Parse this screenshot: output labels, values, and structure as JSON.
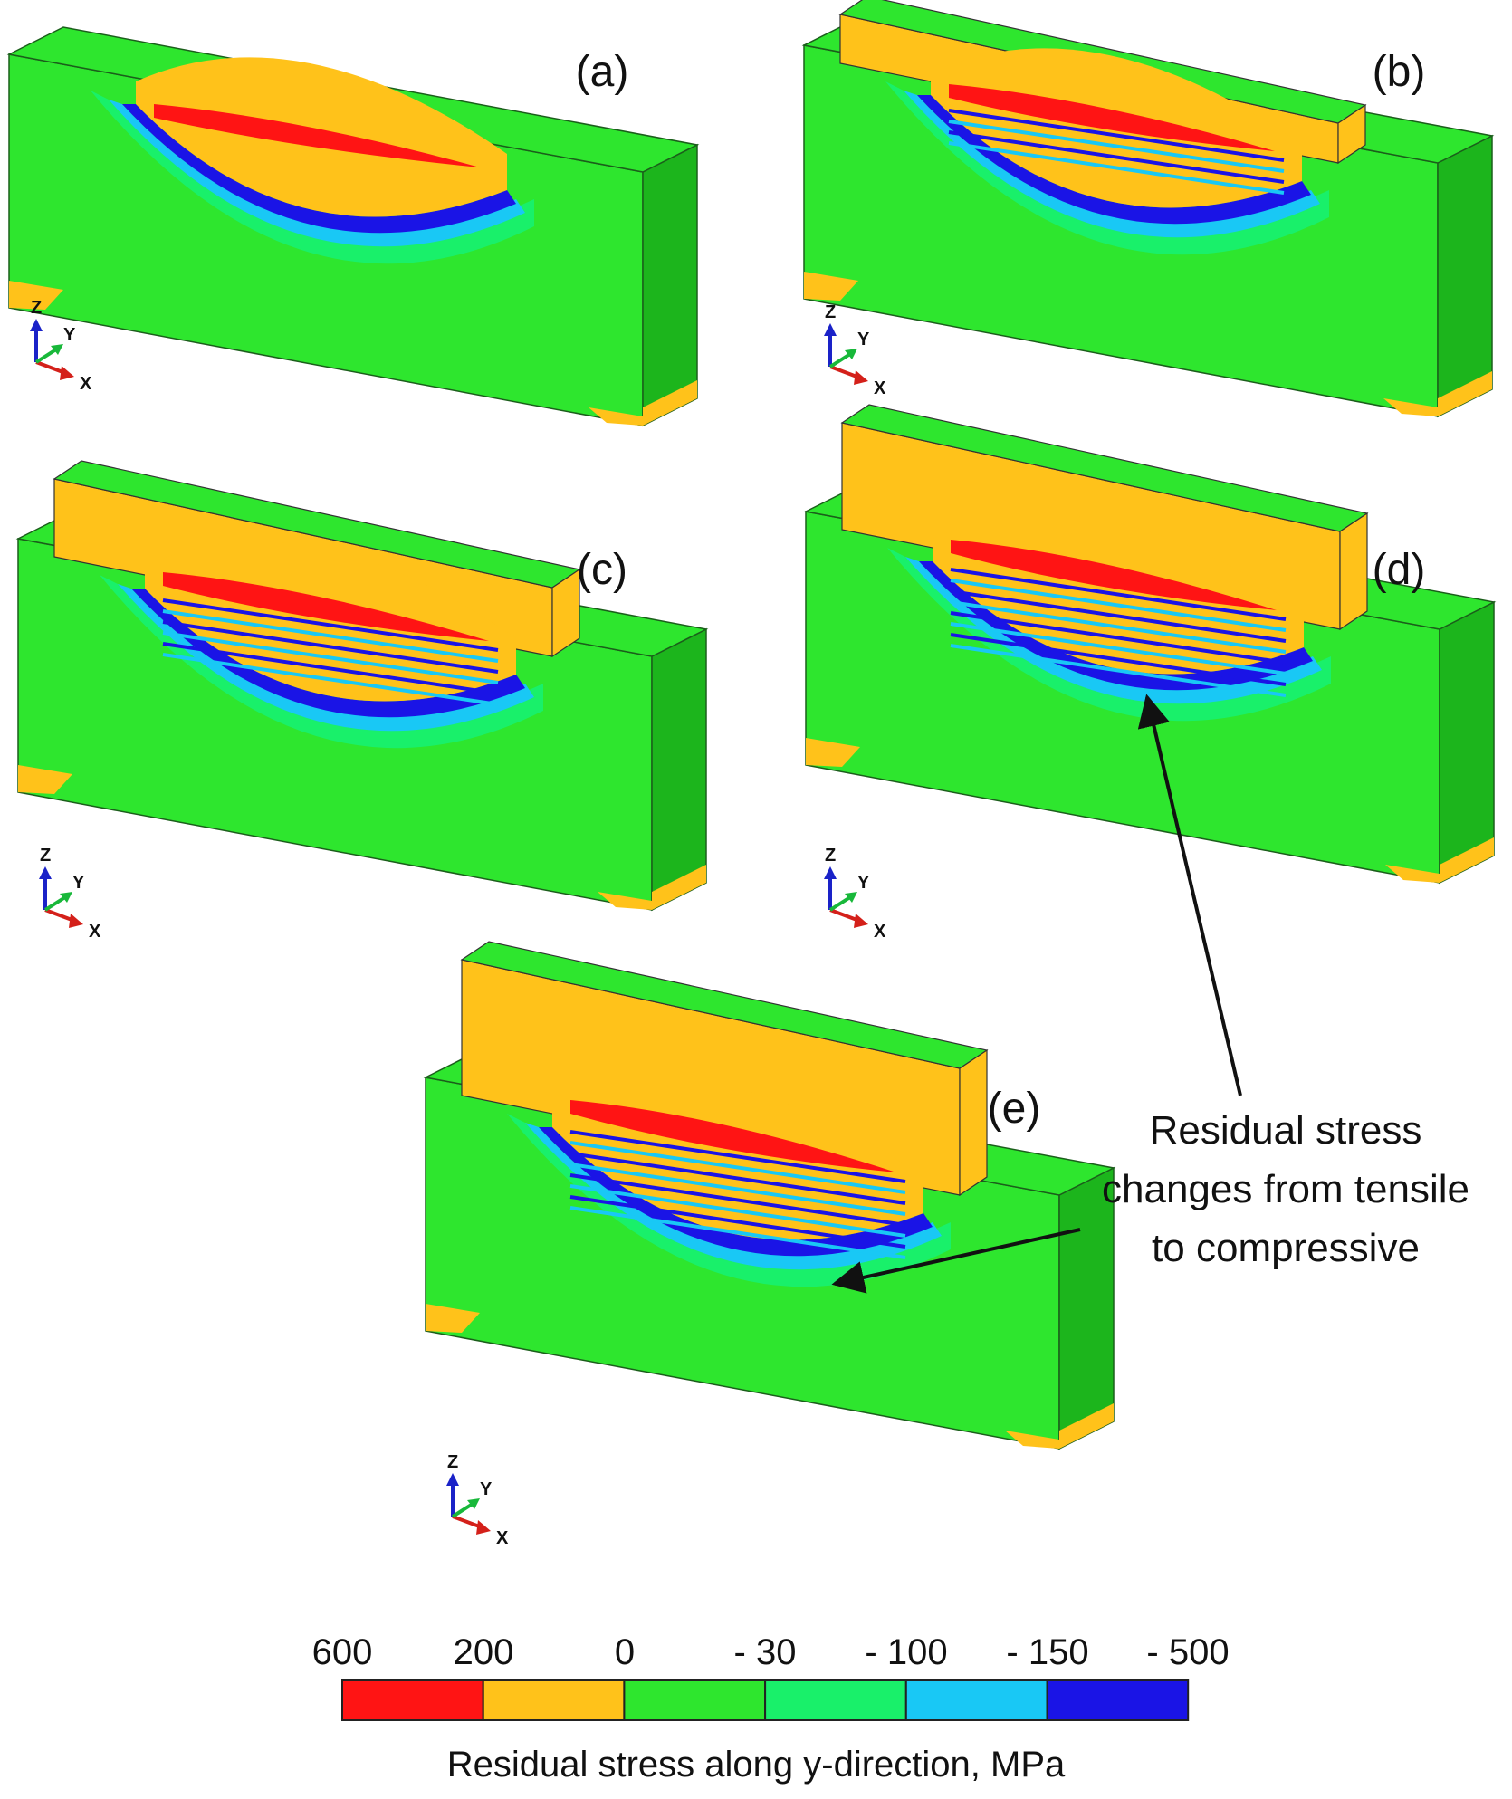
{
  "panels": [
    {
      "label": "(a)",
      "layers": 0
    },
    {
      "label": "(b)",
      "layers": 4
    },
    {
      "label": "(c)",
      "layers": 6
    },
    {
      "label": "(d)",
      "layers": 8
    },
    {
      "label": "(e)",
      "layers": 10
    }
  ],
  "triad": {
    "z": "Z",
    "y": "Y",
    "x": "X"
  },
  "annotation": {
    "lines": [
      "Residual stress",
      "changes from tensile",
      "to compressive"
    ]
  },
  "legend": {
    "ticks": [
      "600",
      "200",
      "0",
      "- 30",
      "- 100",
      "- 150",
      "- 500"
    ],
    "colors": [
      "#ff1414",
      "#ffc21a",
      "#2ee62e",
      "#19f06a",
      "#19c8f5",
      "#1a14e6"
    ],
    "title": "Residual stress along y-direction, MPa"
  },
  "colors": {
    "red": "#ff1414",
    "orange": "#ffc21a",
    "green": "#2ee62e",
    "green_dark": "#1cb51c",
    "green_light": "#19f06a",
    "cyan": "#19c8f5",
    "blue": "#1a14e6"
  }
}
